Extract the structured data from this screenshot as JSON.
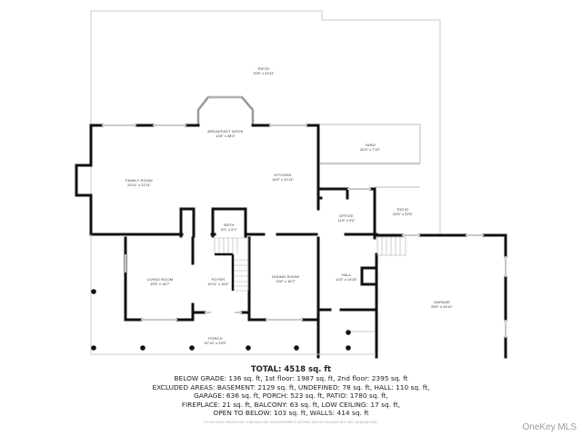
{
  "rooms": {
    "patio_top": {
      "name": "PATIO",
      "dims": "70'8\" x 22'11\""
    },
    "breakfast_nook": {
      "name": "BREAKFAST NOOK",
      "dims": "11'6\" x 28'3\""
    },
    "family_room": {
      "name": "FAMILY ROOM",
      "dims": "20'11\" x 21'11\""
    },
    "kitchen": {
      "name": "KITCHEN",
      "dims": "14'6\" x 21'11\""
    },
    "yard": {
      "name": "YARD",
      "dims": "20'3\" x 7'10\""
    },
    "office": {
      "name": "OFFICE",
      "dims": "11'5\" x 9'2\""
    },
    "patio_side": {
      "name": "PATIO",
      "dims": "24'5\" x 22'5\""
    },
    "bath": {
      "name": "BATH",
      "dims": "6'1\" x 5'1\""
    },
    "living_room": {
      "name": "LIVING ROOM",
      "dims": "13'5\" x 16'7\""
    },
    "foyer": {
      "name": "FOYER",
      "dims": "10'11\" x 15'4\""
    },
    "dining_room": {
      "name": "DINING ROOM",
      "dims": "13'6\" x 16'7\""
    },
    "hall": {
      "name": "HALL",
      "dims": "11'5\" x 14'10\""
    },
    "garage": {
      "name": "GARAGE",
      "dims": "25'0\" x 24'11\""
    },
    "porch": {
      "name": "PORCH",
      "dims": "57'10\" x 23'9\""
    }
  },
  "summary": {
    "total": "TOTAL: 4518 sq. ft",
    "lines": [
      "BELOW GRADE: 136 sq. ft, 1st floor: 1987 sq. ft, 2nd floor: 2395 sq. ft",
      "EXCLUDED AREAS: BASEMENT: 2129 sq. ft, UNDEFINED: 78 sq. ft, HALL: 110 sq. ft,",
      "GARAGE: 636 sq. ft, PORCH: 523 sq. ft, PATIO: 1780 sq. ft,",
      "FIREPLACE: 21 sq. ft, BALCONY: 63 sq. ft, LOW CEILING: 17 sq. ft,",
      "OPEN TO BELOW: 103 sq. ft, WALLS: 414 sq. ft"
    ],
    "disclaimer": "FLOOR PLAN CREATED BY CUBICASA APP. MEASUREMENTS DEEMED HIGHLY RELIABLE BUT NOT GUARANTEED."
  },
  "watermark": "OneKey MLS",
  "colors": {
    "wall": "#111111",
    "thin_wall": "#bbbbbb",
    "window": "#cccccc",
    "text": "#222222"
  }
}
